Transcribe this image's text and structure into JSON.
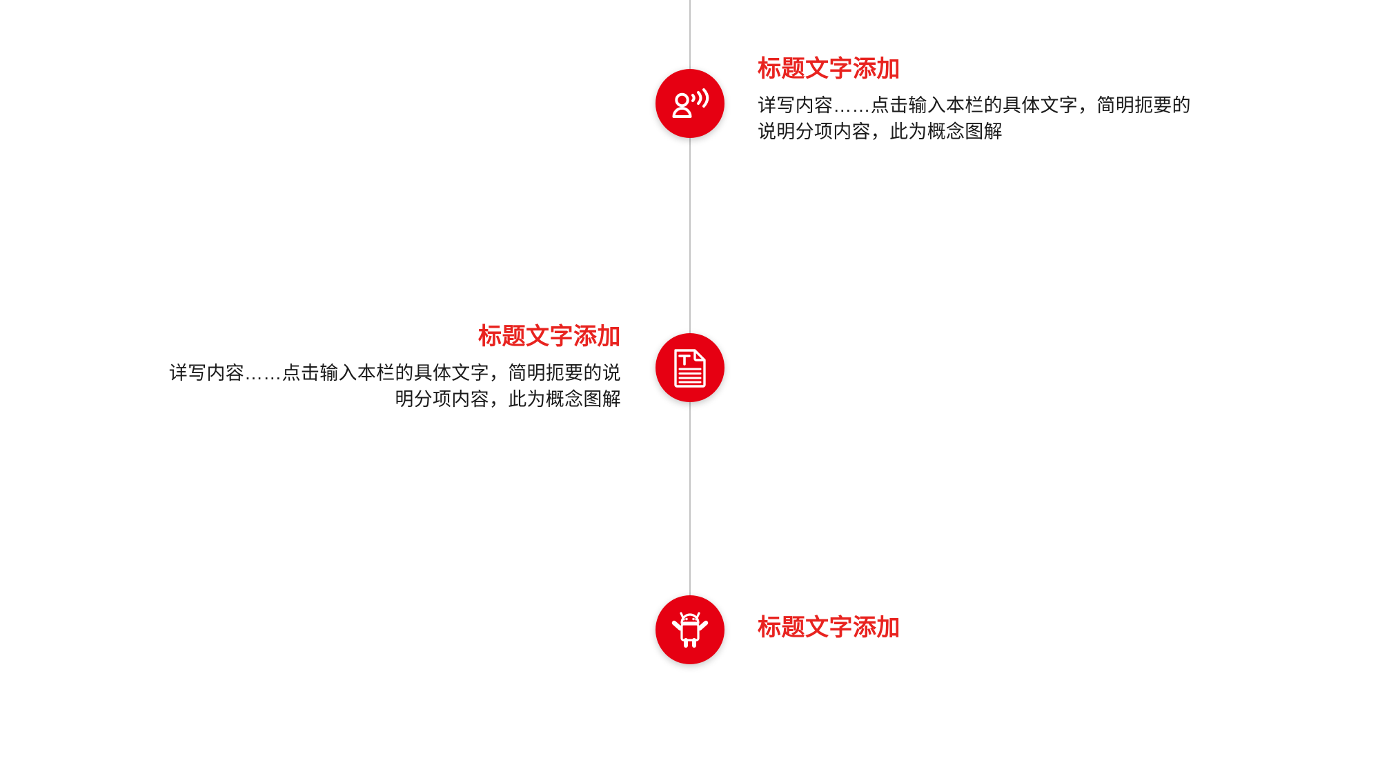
{
  "slide": {
    "background_color": "#ffffff",
    "accent_color": "#e60012",
    "title_color": "#e8231f",
    "body_color": "#1a1a1a",
    "axis_color": "#c3c3c3"
  },
  "timeline": {
    "items": [
      {
        "icon": "person-broadcast-icon",
        "side": "right",
        "title": "标题文字添加",
        "body": "详写内容……点击输入本栏的具体文字，简明扼要的说明分项内容，此为概念图解"
      },
      {
        "icon": "text-document-icon",
        "side": "left",
        "title": "标题文字添加",
        "body": "详写内容……点击输入本栏的具体文字，简明扼要的说明分项内容，此为概念图解"
      },
      {
        "icon": "android-robot-icon",
        "side": "right",
        "title": "标题文字添加",
        "body": ""
      }
    ]
  }
}
